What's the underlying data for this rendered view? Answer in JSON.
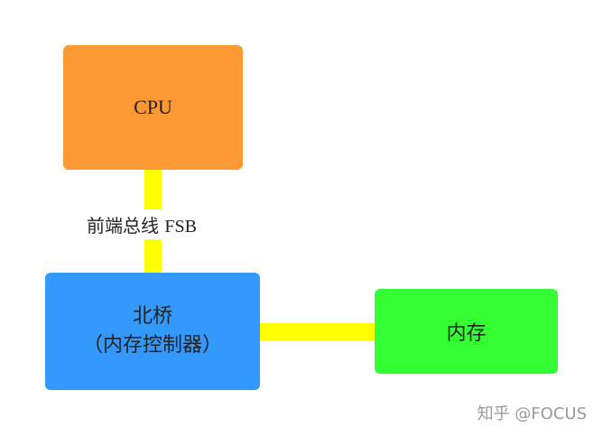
{
  "colors": {
    "cpu": "#ff9933",
    "northbridge": "#3399ff",
    "memory": "#33ff33",
    "bus": "#ffff00"
  },
  "cpu": {
    "label": "CPU"
  },
  "front_side_bus": {
    "label_cn": "前端总线",
    "label_en": "FSB"
  },
  "northbridge": {
    "line1": "北桥",
    "line2": "（内存控制器）"
  },
  "memory": {
    "label": "内存"
  },
  "watermark": "知乎 @FOCUS"
}
